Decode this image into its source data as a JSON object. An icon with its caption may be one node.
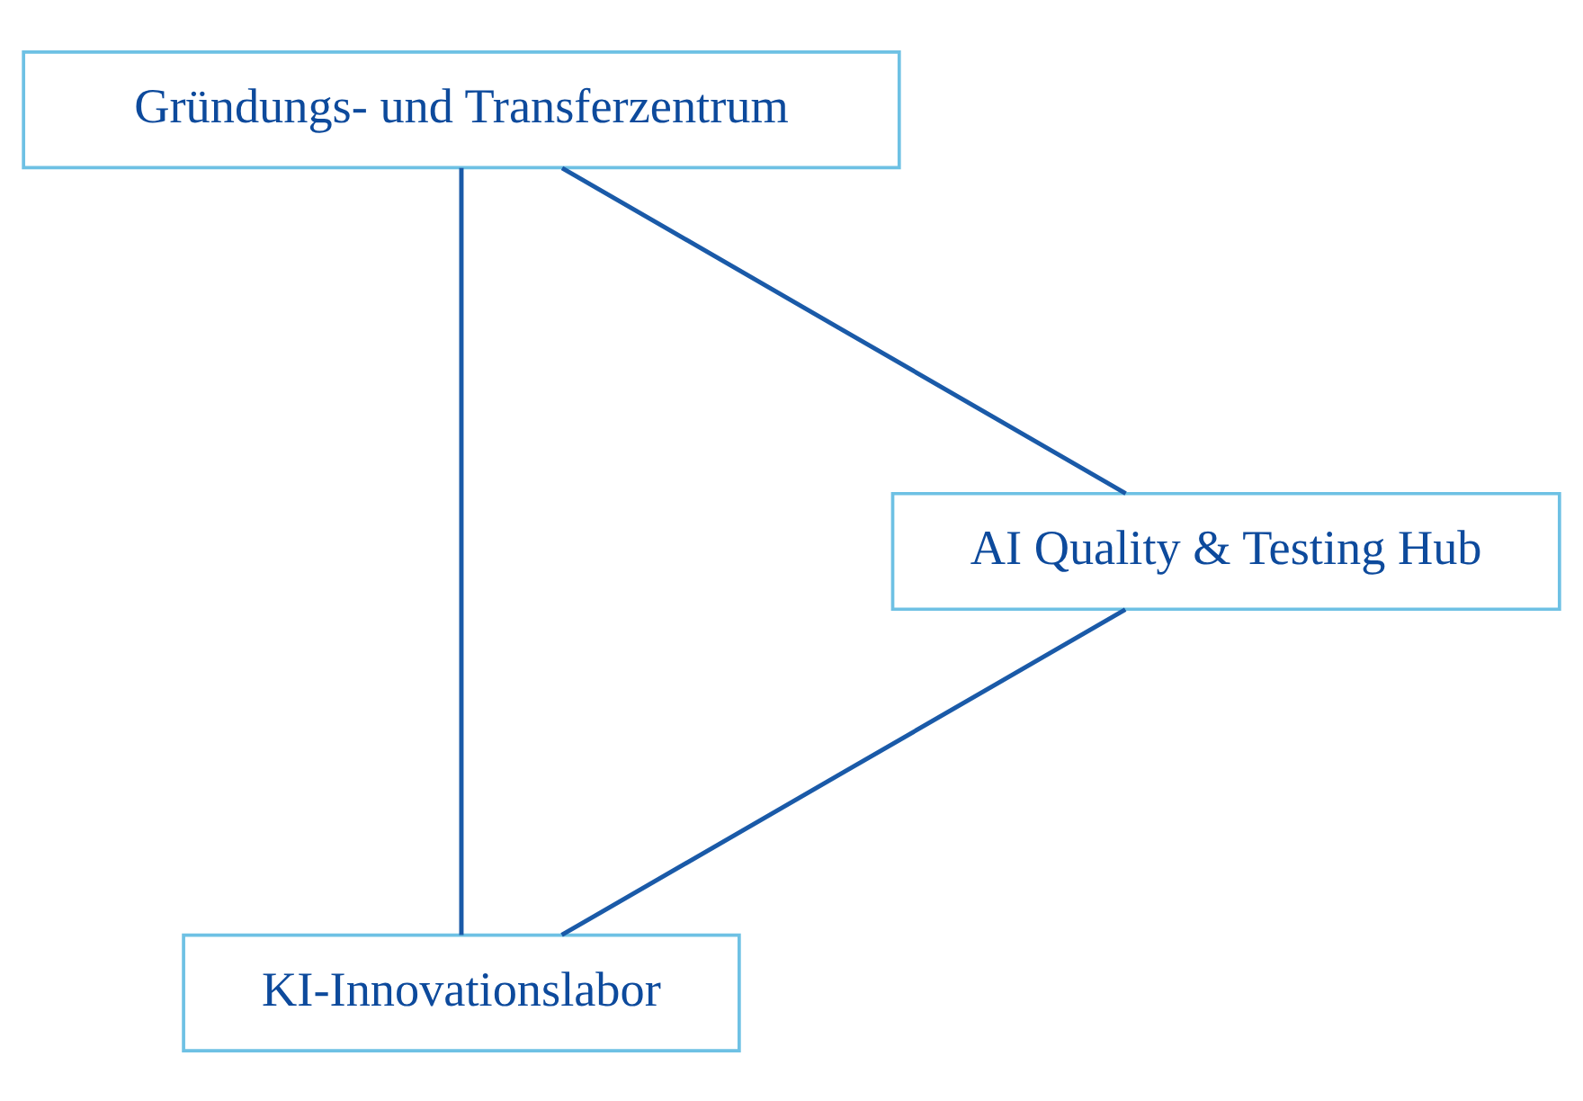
{
  "diagram": {
    "nodes": [
      {
        "text": [
          "KI-Innovationslabor"
        ]
      },
      {
        "text": [
          "Gründungs- und Transferzentrum"
        ]
      },
      {
        "text": [
          "AI Quality & Testing Hub"
        ]
      }
    ],
    "edges": [
      {
        "from": 0,
        "to": 1,
        "arrow": "none"
      },
      {
        "from": 1,
        "to": 2,
        "arrow": "none"
      },
      {
        "from": 2,
        "to": 0,
        "arrow": "none"
      }
    ]
  }
}
